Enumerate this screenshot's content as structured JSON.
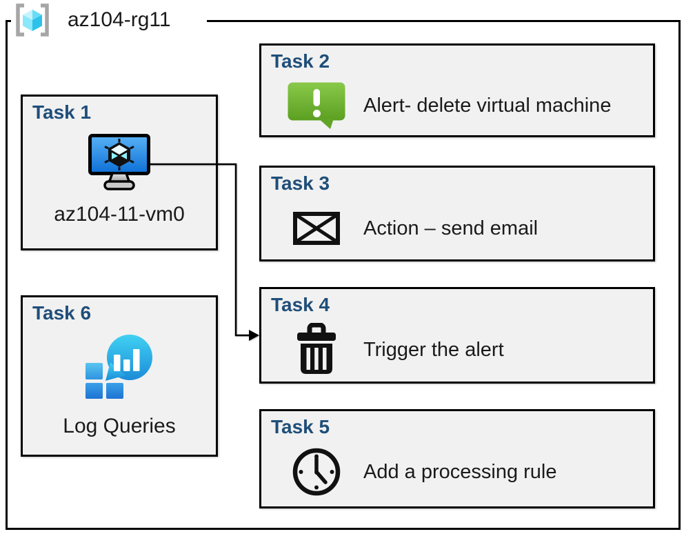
{
  "diagram": {
    "title": "az104-rg11",
    "title_icon": "resource-group-icon",
    "accent_color": "#1F4E79",
    "box_fill": "#F1F1F1",
    "alert_green": "#6CB33F",
    "vm_blue": "#2B8DE8",
    "log_cyan": "#29BDEB"
  },
  "tasks": [
    {
      "label": "Task 1",
      "icon": "virtual-machine-icon",
      "text": "az104-11-vm0"
    },
    {
      "label": "Task 2",
      "icon": "alert-icon",
      "text": "Alert- delete virtual machine"
    },
    {
      "label": "Task 3",
      "icon": "email-icon",
      "text": "Action – send email"
    },
    {
      "label": "Task 4",
      "icon": "trash-icon",
      "text": "Trigger the alert"
    },
    {
      "label": "Task 5",
      "icon": "clock-icon",
      "text": "Add a processing rule"
    },
    {
      "label": "Task 6",
      "icon": "log-queries-icon",
      "text": "Log Queries"
    }
  ],
  "connector": {
    "from": "Task 1 virtual machine",
    "to": "Task 4"
  }
}
